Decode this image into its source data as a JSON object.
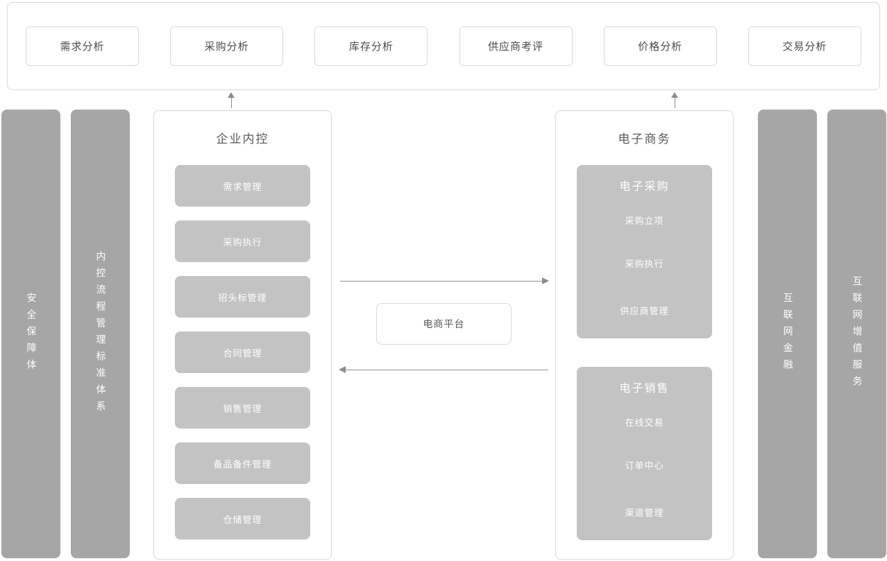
{
  "top_panel": {
    "items": [
      "需求分析",
      "采购分析",
      "库存分析",
      "供应商考评",
      "价格分析",
      "交易分析"
    ]
  },
  "side_bars": {
    "left": [
      {
        "label": "安全保障体"
      },
      {
        "label": "内控流程管理标准体系"
      }
    ],
    "right": [
      {
        "label": "互联网金融"
      },
      {
        "label": "互联网增值服务"
      }
    ]
  },
  "internal_control": {
    "title": "企业内控",
    "items": [
      "需求管理",
      "采购执行",
      "招头标管理",
      "合同管理",
      "销售管理",
      "备品备件管理",
      "仓储管理"
    ]
  },
  "center": {
    "platform_label": "电商平台"
  },
  "ecommerce": {
    "title": "电子商务",
    "groups": [
      {
        "title": "电子采购",
        "items": [
          "采购立项",
          "采购执行",
          "供应商管理"
        ]
      },
      {
        "title": "电子销售",
        "items": [
          "在线交易",
          "订单中心",
          "渠道管理"
        ]
      }
    ]
  },
  "colors": {
    "bar_fill": "#a6a6a6",
    "block_fill": "#c3c3c3",
    "panel_border": "#d9d9d9",
    "title_text": "#595959",
    "box_text": "#4a4a4a",
    "white_text": "#ffffff",
    "arrow": "#8c8c8c"
  }
}
